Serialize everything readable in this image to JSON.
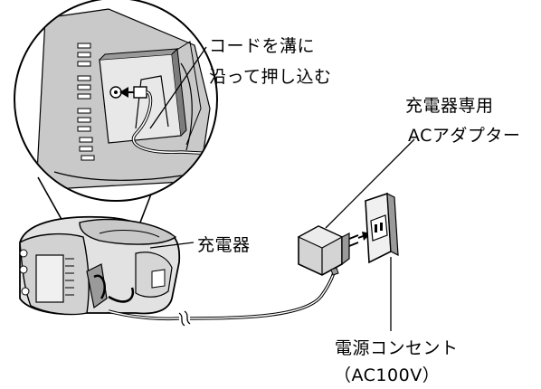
{
  "labels": {
    "cord_line1": "コードを溝に",
    "cord_line2": "沿って押し込む",
    "adapter_line1": "充電器専用",
    "adapter_line2": "ACアダプター",
    "charger": "充電器",
    "outlet_line1": "電源コンセント",
    "outlet_line2": "（AC100V）"
  },
  "colors": {
    "ink": "#000000",
    "device_light": "#e6e6e6",
    "device_mid": "#c8c8c8",
    "device_dark": "#9a9a9a",
    "panel_dark": "#7c7c7c"
  },
  "icons": {
    "arrow": "left-arrow"
  }
}
